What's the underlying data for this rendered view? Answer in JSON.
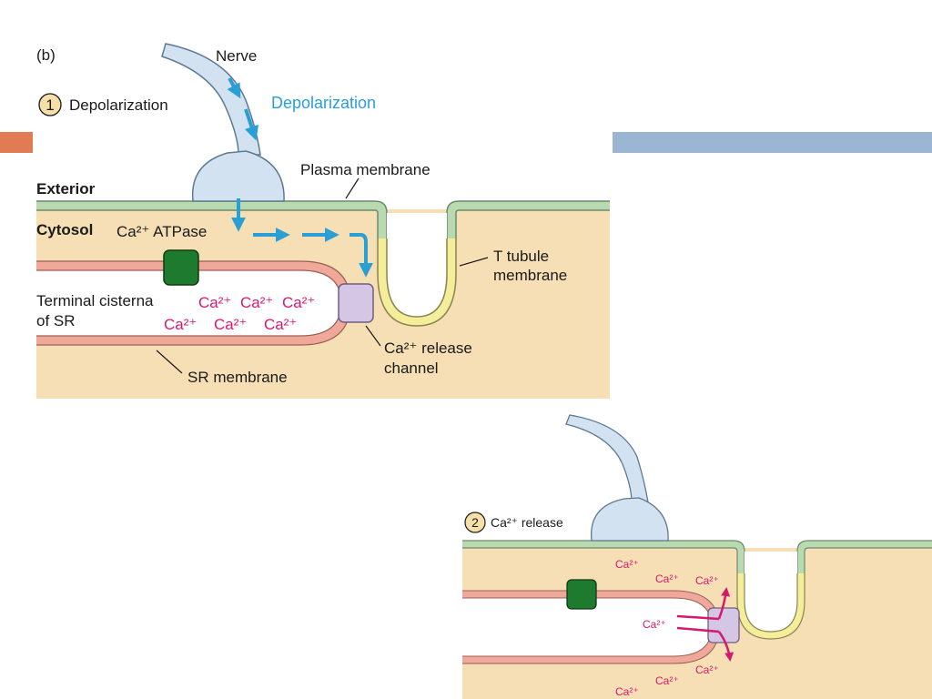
{
  "panel_letter": "(b)",
  "step1": {
    "number": "1",
    "label": "Depolarization"
  },
  "step2": {
    "number": "2",
    "label": "Ca²⁺ release"
  },
  "labels": {
    "nerve": "Nerve",
    "depolarization_blue": "Depolarization",
    "plasma_membrane": "Plasma membrane",
    "exterior": "Exterior",
    "cytosol": "Cytosol",
    "ca_atpase": "Ca²⁺ ATPase",
    "t_tubule_1": "T tubule",
    "t_tubule_2": "membrane",
    "terminal_1": "Terminal cisterna",
    "terminal_2": "of SR",
    "release_1": "Ca²⁺ release",
    "release_2": "channel",
    "sr_membrane": "SR membrane"
  },
  "ca_ion": "Ca²⁺",
  "colors": {
    "slide_accent_orange": "#e07b53",
    "slide_accent_blue": "#9ab6d2",
    "cytosol_fill": "#f6dfb4",
    "plasma_membrane": "#b9dab0",
    "t_tubule": "#f4ee9a",
    "sr_membrane": "#f0a89a",
    "atpase_green": "#1e7a2e",
    "release_channel": "#d4c6e4",
    "nerve": "#d3e2f1",
    "arrow_blue": "#2a9fd6",
    "ion_magenta": "#d6186f"
  }
}
